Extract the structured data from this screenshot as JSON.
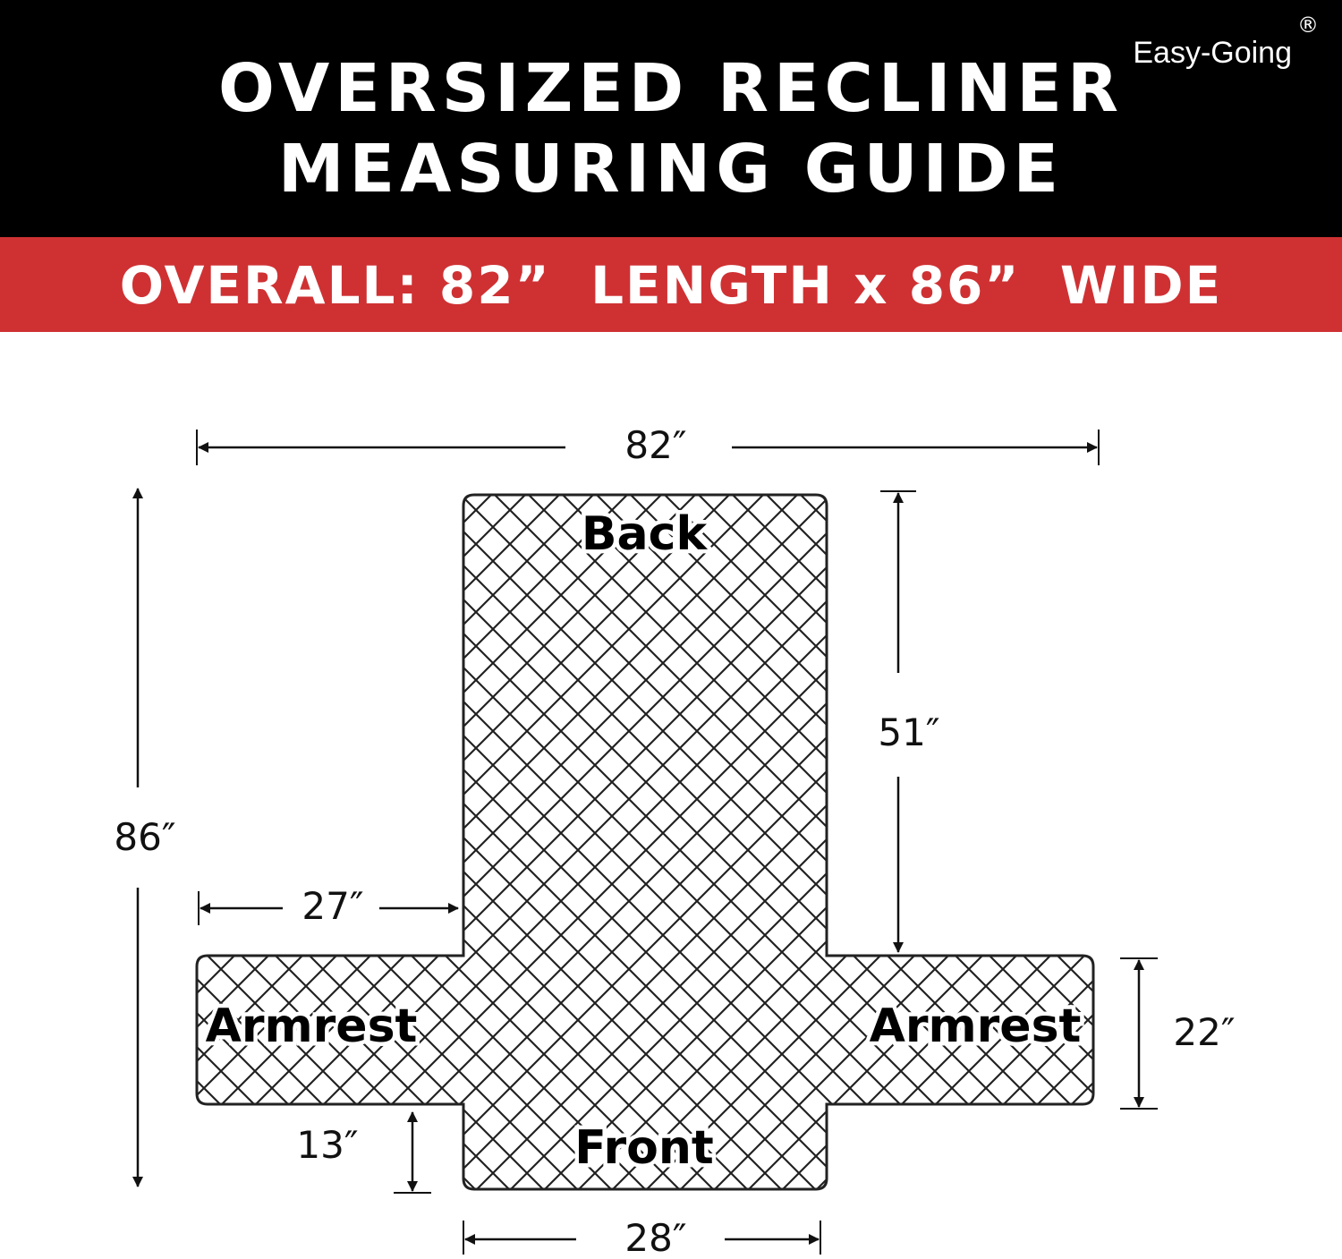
{
  "header": {
    "title_line1": "OVERSIZED RECLINER",
    "title_line2": "MEASURING GUIDE",
    "brand": "Easy-Going",
    "brand_mark": "®",
    "background": "#000000",
    "text_color": "#ffffff"
  },
  "banner": {
    "text": "OVERALL: 82”  LENGTH x 86”  WIDE",
    "background": "#cf3133"
  },
  "diagram": {
    "labels": {
      "back": "Back",
      "front": "Front",
      "armrest_left": "Armrest",
      "armrest_right": "Armrest"
    },
    "dimensions": {
      "overall_width": "82″",
      "overall_length": "86″",
      "back_length": "51″",
      "armrest_width": "27″",
      "armrest_depth": "22″",
      "front_drop": "13″",
      "seat_width": "28″"
    },
    "pattern": "quilted-diamond"
  }
}
